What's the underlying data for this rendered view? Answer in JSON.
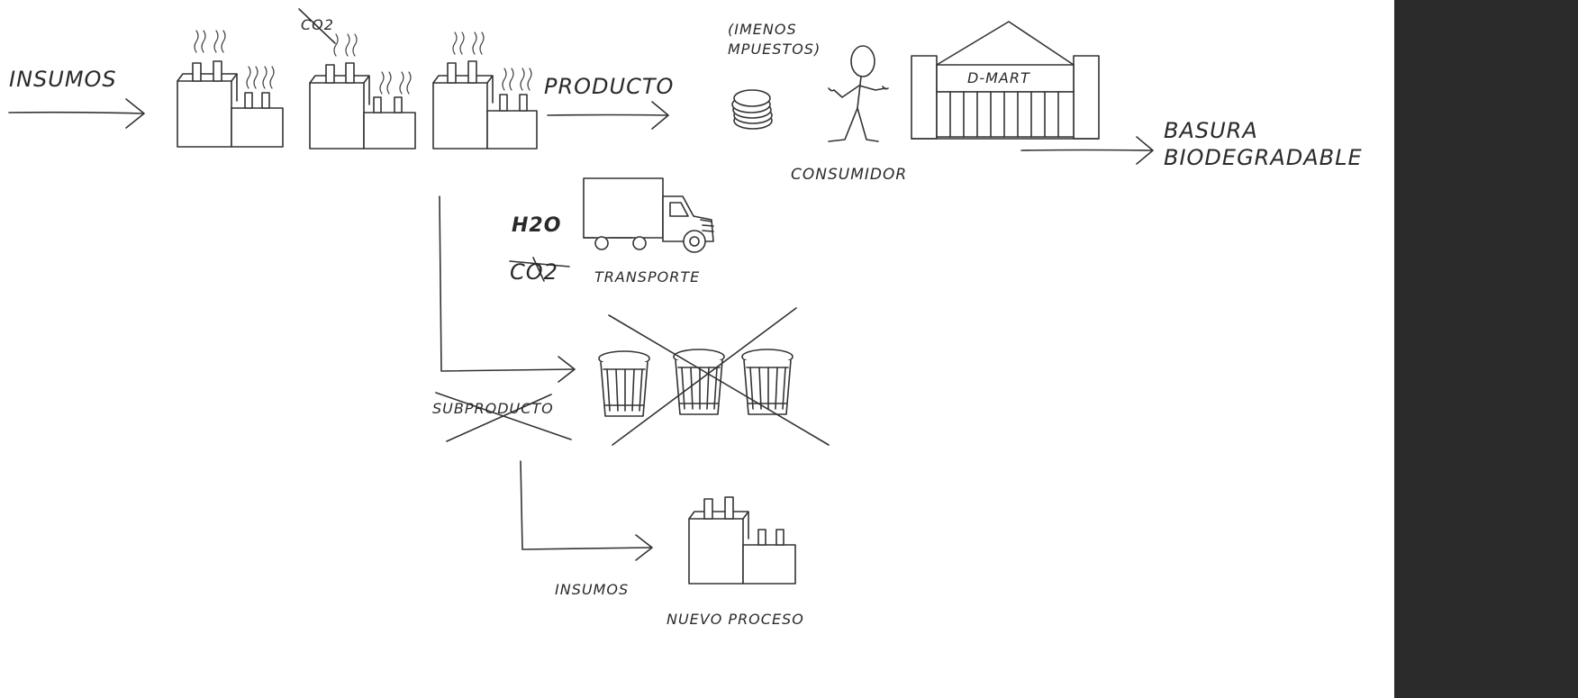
{
  "labels": {
    "insumos_in": "INSUMOS",
    "co2_top": "CO2",
    "producto": "PRODUCTO",
    "menos_impuestos": "(IMENOS\nMPUESTOS)",
    "dmart": "D-MART",
    "consumidor": "CONSUMIDOR",
    "basura": "BASURA\nBIODEGRADABLE",
    "h2o": "H2O",
    "co2_transport": "CO2",
    "transporte": "TRANSPORTE",
    "subproducto": "SUBPRODUCTO",
    "insumos_out": "INSUMOS",
    "nuevo_proceso": "NUEVO PROCESO"
  },
  "colors": {
    "ink": "#333333",
    "background": "#ffffff",
    "sidebar": "#2b2b2b"
  }
}
